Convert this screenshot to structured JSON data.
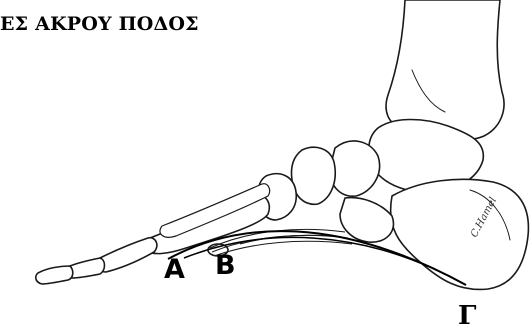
{
  "title": "ΕΣ ΑΚΡΟΥ ΠΟΔΟΣ",
  "points": {
    "a": "A",
    "b": "B",
    "g": "Γ"
  },
  "signature": "C.Hamel"
}
